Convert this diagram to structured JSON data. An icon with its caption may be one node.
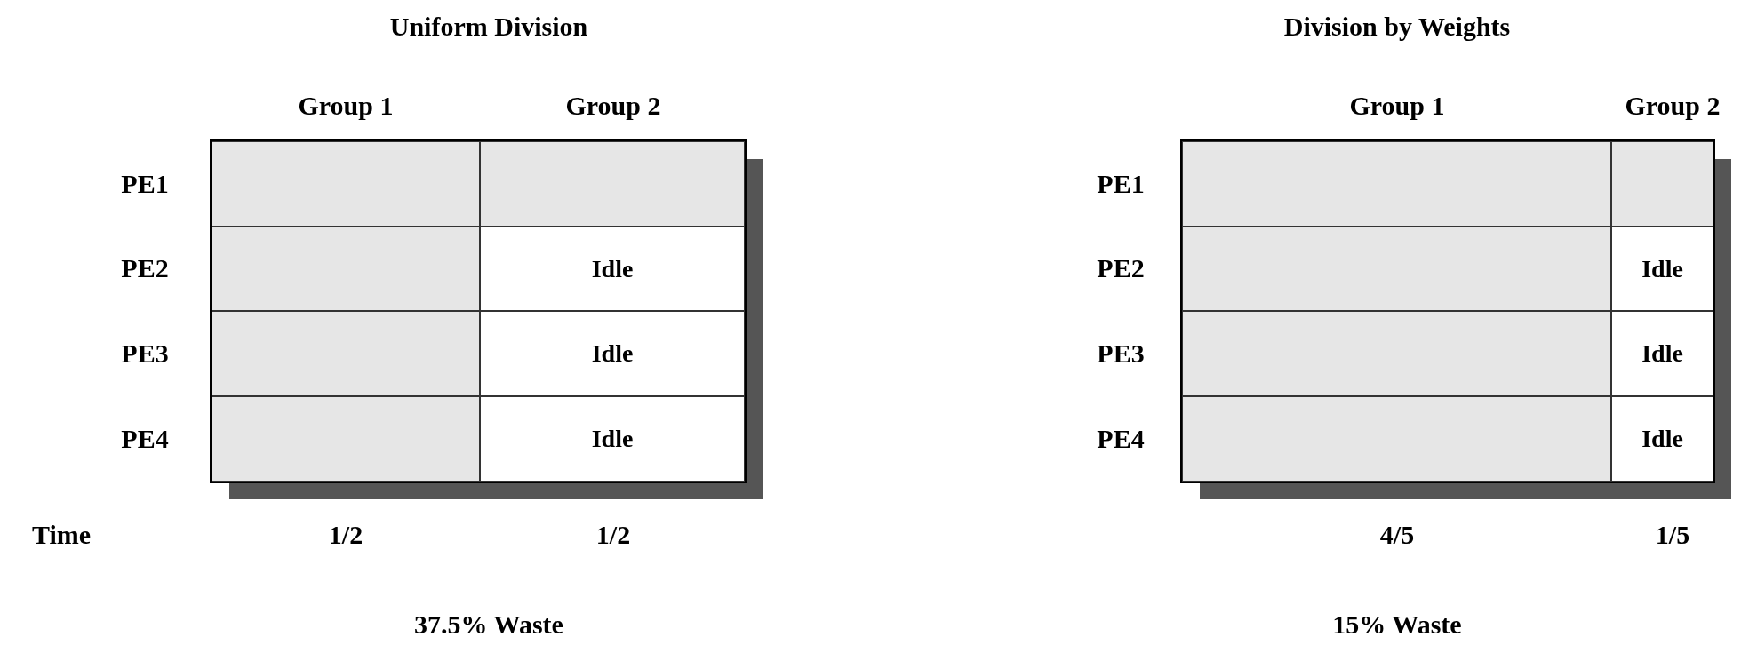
{
  "diagram": {
    "nodes": [
      {
        "text": [],
        "shape": "box"
      },
      {
        "text": [],
        "shape": "box"
      },
      {
        "text": [],
        "shape": "box"
      },
      {
        "text": [
          "Idle"
        ]
      },
      {
        "text": [],
        "shape": "box"
      },
      {
        "text": [
          "Idle"
        ]
      },
      {
        "text": [],
        "shape": "box"
      },
      {
        "text": [
          "Idle"
        ]
      },
      {
        "text": [],
        "shape": "box"
      },
      {
        "text": [],
        "shape": "box"
      },
      {
        "text": [],
        "shape": "box"
      },
      {
        "text": [
          "Idle"
        ]
      },
      {
        "text": [],
        "shape": "box"
      },
      {
        "text": [
          "Idle"
        ]
      },
      {
        "text": [],
        "shape": "box"
      },
      {
        "text": [
          "Idle"
        ]
      }
    ],
    "labels": [
      "Uniform Division",
      "Division by Weights",
      "Group 1",
      "Group 2",
      "Group 1",
      "Group 2",
      "PE1",
      "PE1",
      "PE2",
      "PE2",
      "PE3",
      "PE3",
      "PE4",
      "PE4",
      "Time",
      "1/2",
      "1/2",
      "4/5",
      "1/5",
      "37.5% Waste",
      "15% Waste"
    ]
  }
}
